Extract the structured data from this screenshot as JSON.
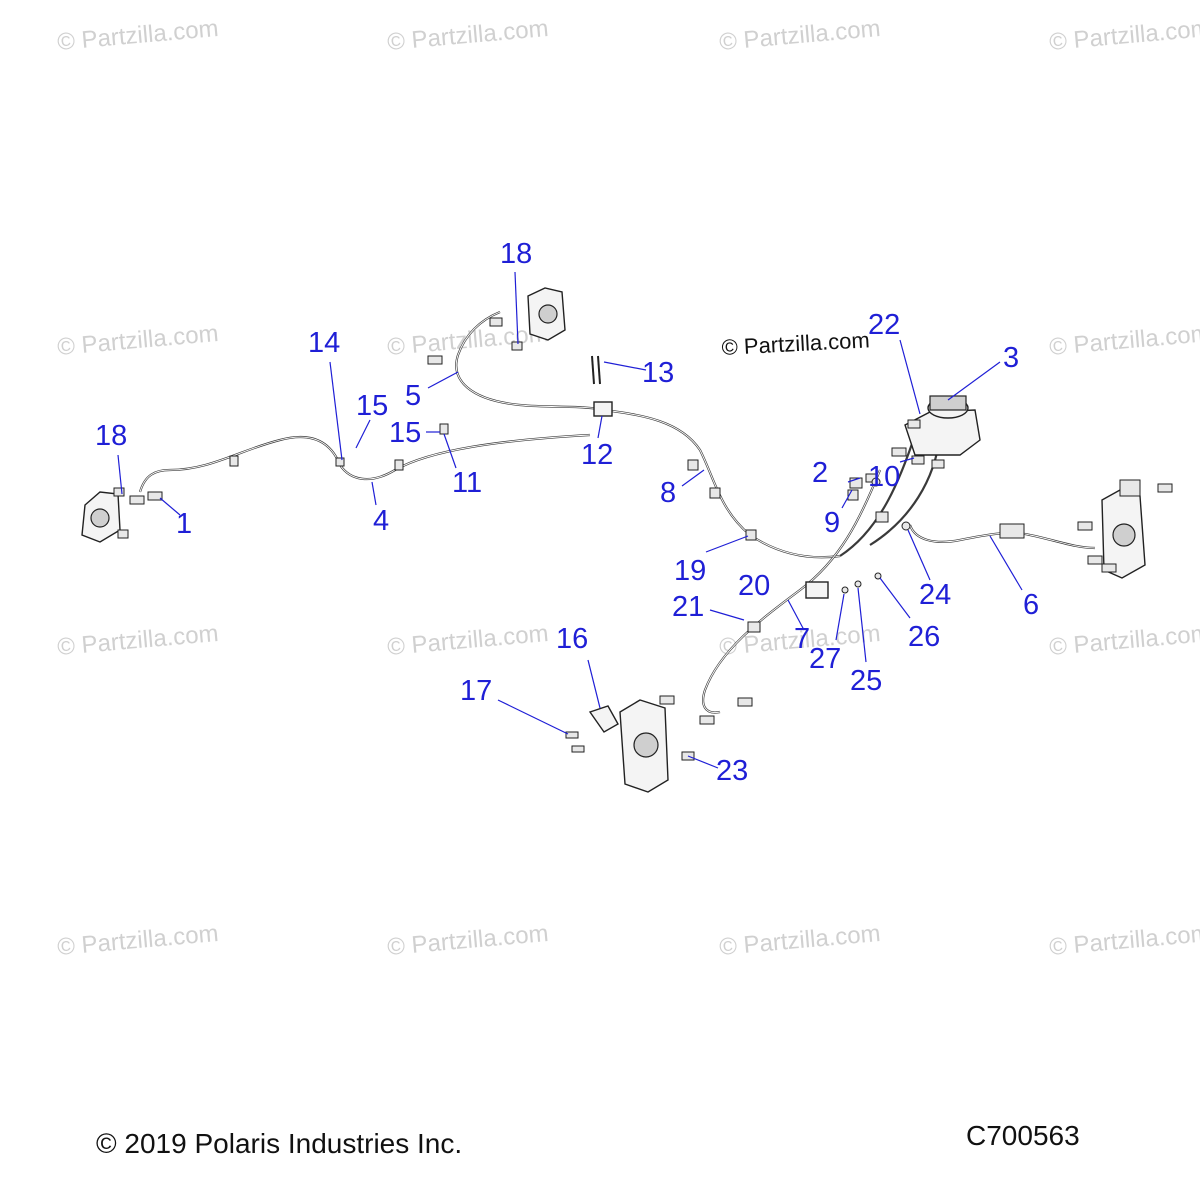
{
  "watermark_text": "© Partzilla.com",
  "inline_watermark": "© Partzilla.com",
  "footer": {
    "copyright": "© 2019 Polaris Industries Inc.",
    "diagram_code": "C700563"
  },
  "callouts": {
    "c1": "1",
    "c2": "2",
    "c3": "3",
    "c4": "4",
    "c5": "5",
    "c6": "6",
    "c7": "7",
    "c8": "8",
    "c9": "9",
    "c10": "10",
    "c11": "11",
    "c12": "12",
    "c13": "13",
    "c14": "14",
    "c15a": "15",
    "c15b": "15",
    "c16": "16",
    "c17": "17",
    "c18a": "18",
    "c18b": "18",
    "c19": "19",
    "c20": "20",
    "c21": "21",
    "c22": "22",
    "c23": "23",
    "c24": "24",
    "c25": "25",
    "c26": "26",
    "c27": "27"
  },
  "colors": {
    "callout": "#1f1fd6",
    "watermark": "#d0d0d0",
    "line": "#222222"
  }
}
